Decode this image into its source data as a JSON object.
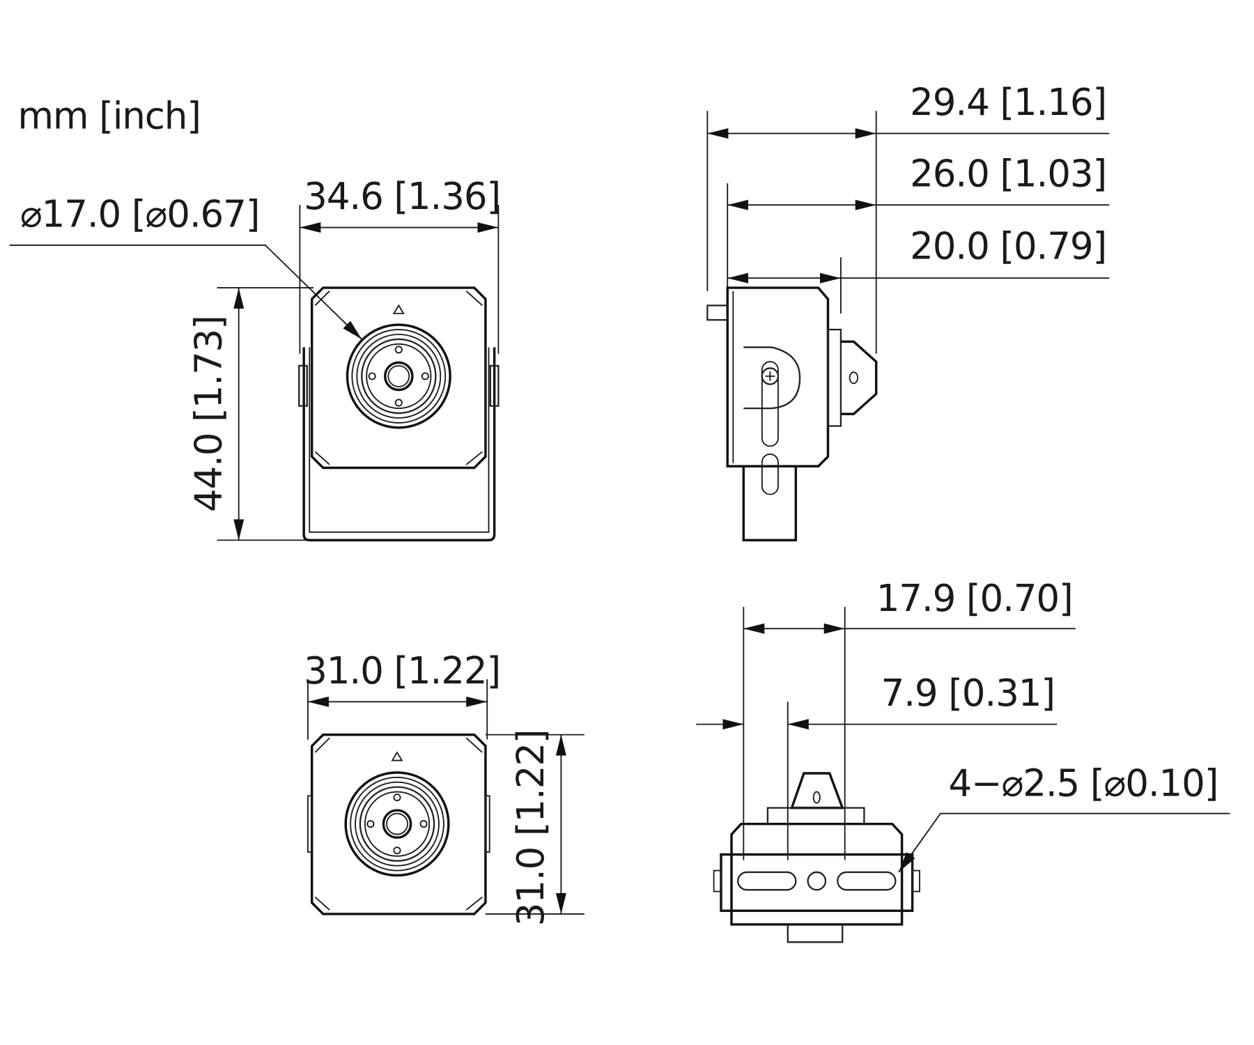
{
  "units_label": "mm [inch]",
  "front_view": {
    "width_dim": "34.6 [1.36]",
    "height_dim": "44.0 [1.73]",
    "lens_diameter_dim": "⌀17.0 [⌀0.67]"
  },
  "side_view": {
    "overall_depth_dim": "29.4 [1.16]",
    "body_with_lens_dim": "26.0 [1.03]",
    "body_depth_dim": "20.0 [0.79]"
  },
  "front_view_no_bracket": {
    "width_dim": "31.0 [1.22]",
    "height_dim": "31.0 [1.22]"
  },
  "bottom_view": {
    "hole_spacing_dim": "17.9 [0.70]",
    "hole_offset_dim": "7.9 [0.31]",
    "mount_holes_dim": "4−⌀2.5 [⌀0.10]"
  }
}
